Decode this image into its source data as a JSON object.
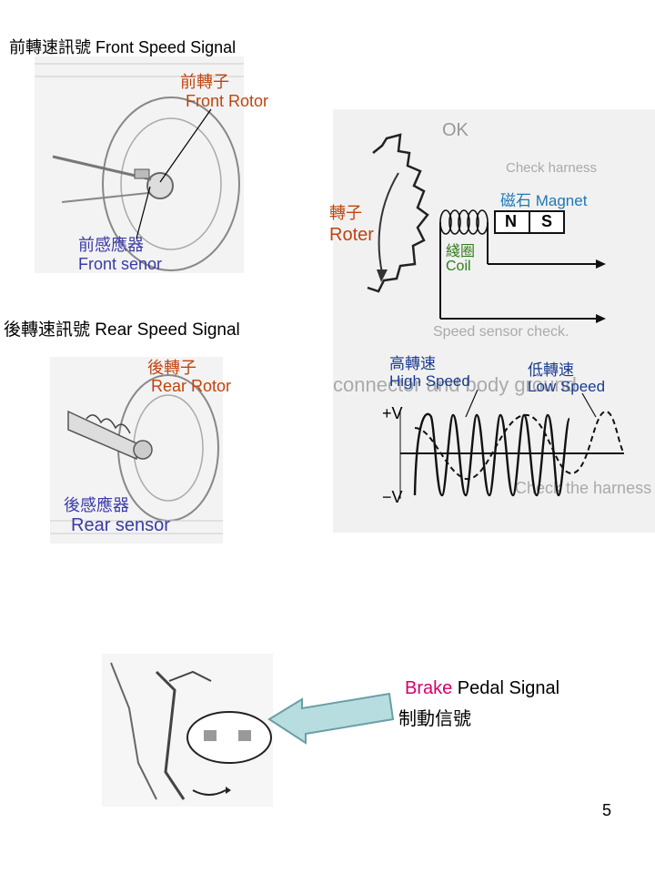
{
  "front": {
    "title": "前轉速訊號   Front  Speed  Signal",
    "rotor_zh": "前轉子",
    "rotor_en": "Front Rotor",
    "sensor_zh": "前感應器",
    "sensor_en": "Front  senor"
  },
  "rear": {
    "title": "後轉速訊號   Rear  Speed  Signal",
    "rotor_zh": "後轉子",
    "rotor_en": "Rear Rotor",
    "sensor_zh": "後感應器",
    "sensor_en": "Rear sensor"
  },
  "diagram": {
    "rotor_zh": "轉子",
    "rotor_en": "Roter",
    "magnet": "磁石  Magnet",
    "magnet_n": "N",
    "magnet_s": "S",
    "coil_zh": "綫圈",
    "coil_en": "Coil",
    "high_zh": "高轉速",
    "high_en": "High Speed",
    "low_zh": "低轉速",
    "low_en": "Low Speed",
    "plus_v": "+V",
    "minus_v": "−V",
    "bg_ok": "OK",
    "bg_line1": "Check harness",
    "bg_line2": "Speed sensor check.",
    "bg_line3": "connector and body ground",
    "bg_line4": "Check the harness and s"
  },
  "brake": {
    "title_brake": "Brake",
    "title_rest": " Pedal Signal",
    "title_zh": "制動信號"
  },
  "page_number": "5"
}
